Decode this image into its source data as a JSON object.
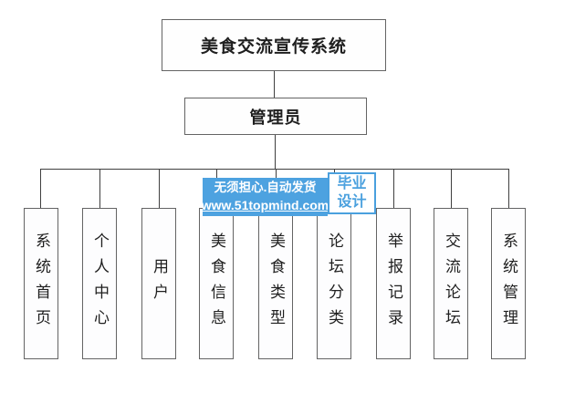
{
  "diagram": {
    "root_label": "美食交流宣传系统",
    "admin_label": "管理员",
    "children": [
      {
        "label": "系统首页"
      },
      {
        "label": "个人中心"
      },
      {
        "label": "用户"
      },
      {
        "label": "美食信息"
      },
      {
        "label": "美食类型"
      },
      {
        "label": "论坛分类"
      },
      {
        "label": "举报记录"
      },
      {
        "label": "交流论坛"
      },
      {
        "label": "系统管理"
      }
    ]
  },
  "watermark": {
    "line1": "无须担心.自动发货",
    "line2": "www.51topmind.com",
    "badge": {
      "line1": "毕业",
      "line2": "设计"
    }
  },
  "colors": {
    "background": "#ffffff",
    "box_border": "#646464",
    "connector": "#3f3f3f",
    "label_text": "#1f1f1f",
    "watermark_bg": "#4da2e0",
    "watermark_text": "#ffffff",
    "badge_text": "#4aa0de"
  }
}
